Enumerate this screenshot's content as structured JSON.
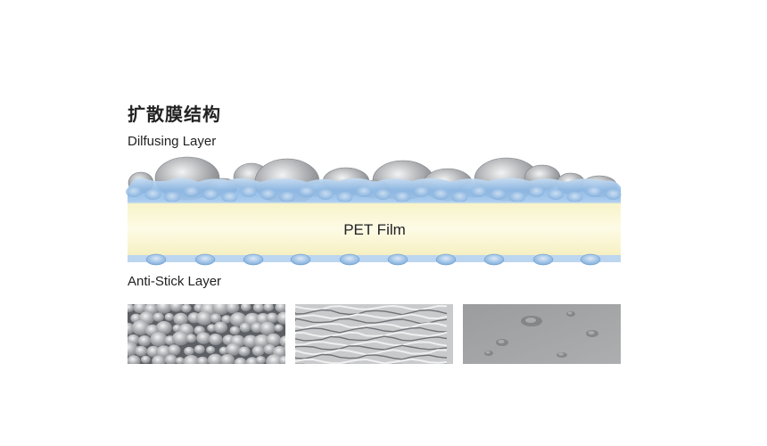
{
  "diagram": {
    "title": "扩散膜结构",
    "layers": {
      "diffusing": "Dilfusing Layer",
      "pet": "PET Film",
      "anti_stick": "Anti-Stick Layer"
    },
    "colors": {
      "pet_fill": "#fbf7d2",
      "blue_layer": "#9cc3ea",
      "bead_gray": "#a8a9ab"
    }
  }
}
